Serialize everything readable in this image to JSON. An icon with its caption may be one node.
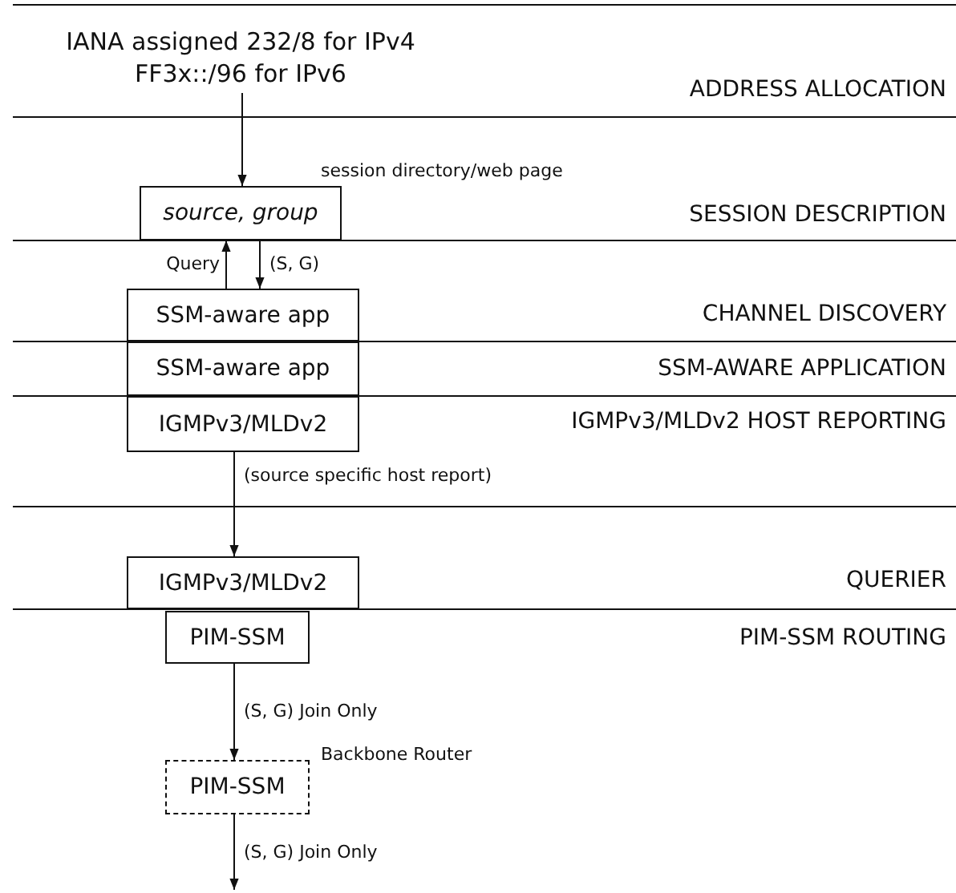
{
  "diagram": {
    "nodes": [
      {
        "text": [
          "IANA assigned 232/8 for IPv4 FF3x::/96 for IPv6"
        ]
      },
      {
        "text": [
          "source, group"
        ],
        "beside": [
          "session directory/web page"
        ]
      },
      {
        "text": [
          "SSM-aware app"
        ]
      },
      {
        "text": [
          "SSM-aware app"
        ]
      },
      {
        "text": [
          "IGMPv3/MLDv2"
        ]
      },
      {
        "text": [
          "IGMPv3/MLDv2"
        ]
      },
      {
        "text": [
          "PIM-SSM"
        ]
      },
      {
        "text": [
          "PIM-SSM"
        ],
        "beside": [
          "Backbone Router"
        ]
      }
    ],
    "edges": [
      {
        "from": 0,
        "to": 1,
        "arrow": "to"
      },
      {
        "from": 2,
        "to": 1,
        "arrow": "to",
        "label": "Query"
      },
      {
        "from": 1,
        "to": 2,
        "arrow": "to",
        "label": "(S, G)"
      },
      {
        "from": 4,
        "to": 5,
        "arrow": "to",
        "label": "(source specific host report)"
      },
      {
        "from": 6,
        "to": 7,
        "arrow": "to",
        "label": "(S, G) Join Only"
      },
      {
        "from": 7,
        "to": null,
        "arrow": "to",
        "label": "(S, G) Join Only"
      }
    ],
    "labels": [
      "ADDRESS ALLOCATION",
      "SESSION DESCRIPTION",
      "CHANNEL DISCOVERY",
      "SSM-AWARE APPLICATION",
      "IGMPv3/MLDv2 HOST REPORTING",
      "QUERIER",
      "PIM-SSM ROUTING"
    ]
  }
}
